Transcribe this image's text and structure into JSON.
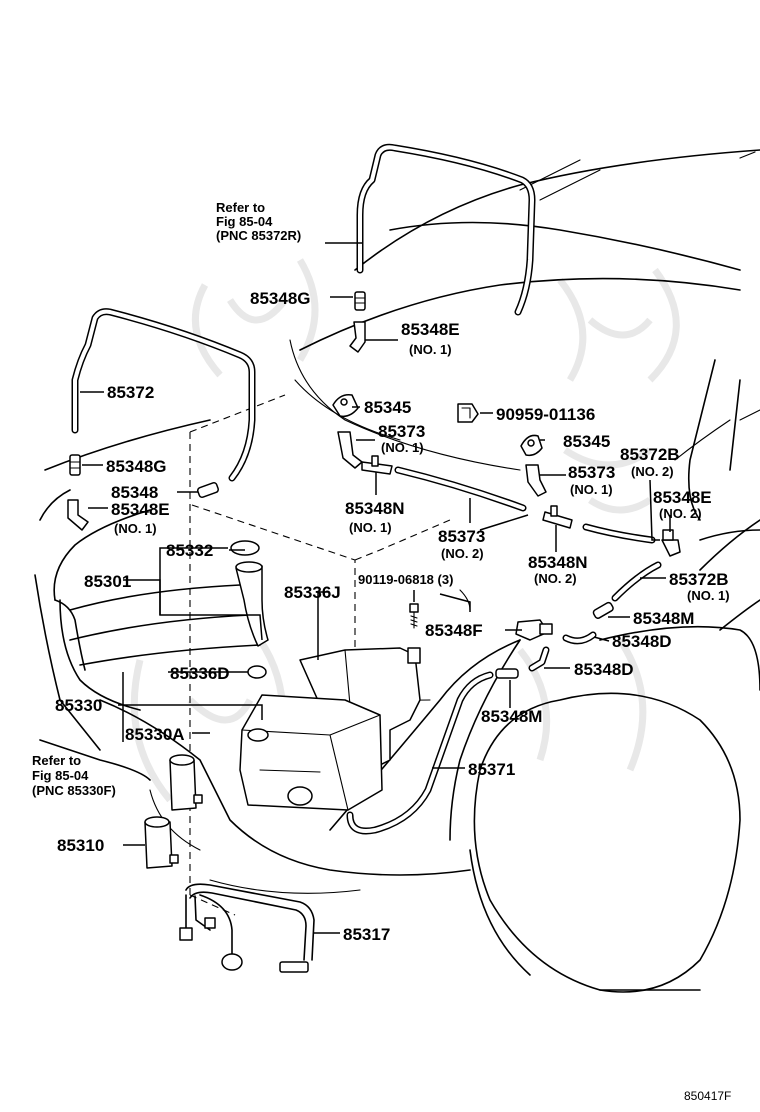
{
  "figure_code": "850417F",
  "refs": [
    {
      "line1": "Refer to",
      "line2": "Fig 85-04",
      "line3": "(PNC 85372R)"
    },
    {
      "line1": "Refer to",
      "line2": "Fig  85-04",
      "line3": "(PNC 85330F)"
    }
  ],
  "labels": {
    "p85348G": "85348G",
    "p85348E_top": "85348E",
    "p85348E_top_sub": "(NO. 1)",
    "p85372": "85372",
    "p85345_a": "85345",
    "p90959": "90959-01136",
    "p85373_a": "85373",
    "p85373_a_sub": "(NO. 1)",
    "p85345_b": "85345",
    "p85372B_2": "85372B",
    "p85372B_2_sub": "(NO. 2)",
    "p85348G_left": "85348G",
    "p85373_b": "85373",
    "p85373_b_sub": "(NO. 1)",
    "p85348": "85348",
    "p85348N_1": "85348N",
    "p85348N_1_sub": "(NO. 1)",
    "p85348E_right": "85348E",
    "p85348E_right_sub": "(NO. 2)",
    "p85348E_left": "85348E",
    "p85348E_left_sub": "(NO. 1)",
    "p85373_c": "85373",
    "p85373_c_sub": "(NO. 2)",
    "p85332": "85332",
    "p85348N_2": "85348N",
    "p85348N_2_sub": "(NO. 2)",
    "p85301": "85301",
    "p90119": "90119-06818 (3)",
    "p85372B_1": "85372B",
    "p85372B_1_sub": "(NO. 1)",
    "p85336J": "85336J",
    "p85348M_right": "85348M",
    "p85348F": "85348F",
    "p85348D_a": "85348D",
    "p85336D": "85336D",
    "p85348D_b": "85348D",
    "p85330": "85330",
    "p85330A": "85330A",
    "p85348M_bottom": "85348M",
    "p85371": "85371",
    "p85310": "85310",
    "p85317": "85317"
  }
}
